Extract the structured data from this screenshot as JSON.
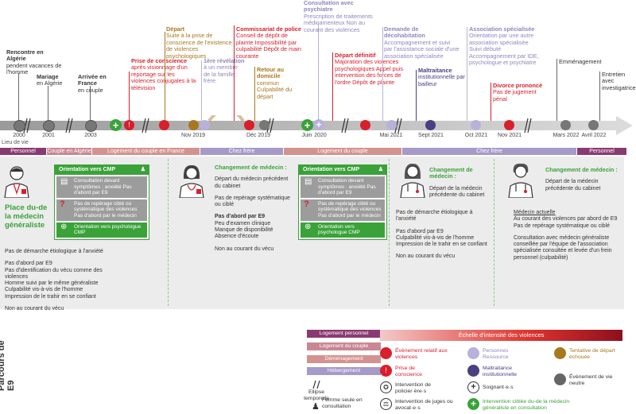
{
  "colors": {
    "personnel": "#8a3a73",
    "couple": "#c98793",
    "france": "#d4928f",
    "frere": "#a59ac9",
    "green": "#3aa239",
    "red": "#d81f2a",
    "gold": "#a8781f",
    "lav": "#b8b2da",
    "purple": "#4b3e82",
    "grey": "#666666"
  },
  "events": [
    {
      "t": "Rencontre en Algérie",
      "b": "pendent vacances de l'homme"
    },
    {
      "t": "Mariage",
      "b": "en Algérie"
    },
    {
      "t": "Arrivée en France",
      "b": "en couple"
    },
    {
      "t": "Prise de conscience",
      "b": "après visionnage d'un reportage sur les violences conjugales à la télévision"
    },
    {
      "t": "Départ",
      "b": "Suite à la prise de conscience de l'existence de violences psychologiques"
    },
    {
      "t": "1ère révélation",
      "b": "à un membre de la famille : frère"
    },
    {
      "t": "Commissariat de police",
      "b": "Conseil de dépôt de plainte Impossibilité par culpabilité Dépôt de main courante"
    },
    {
      "t": "Retour au domicile",
      "b": "commun Culpabilité du départ"
    },
    {
      "t": "Consultation avec psychiatre",
      "b": "Prescription de traitements médicamenteux Non au courant des violences"
    },
    {
      "t": "Départ définitif",
      "b": "Majoration des violences psychologiques Appel puis intervention des forces de l'ordre Dépôt de plainte"
    },
    {
      "t": "Demande de décohabitation",
      "b": "Accompagnement et suivi par l'assistance sociale d'une association spécialisée"
    },
    {
      "t": "Maltraitance",
      "b": "institutionnelle par bailleur"
    },
    {
      "t": "Association spécialisée",
      "b": "Orientation par une autre association spécialisée Suivi débuté Accompagnement par IDE, psychologue et psychiatre"
    },
    {
      "t": "Divorce prononcé",
      "b": "Pas de jugement pénal"
    },
    {
      "t": "Emménagement",
      "b": ""
    },
    {
      "t": "Entretien avec investigatrice",
      "b": ""
    }
  ],
  "dates": [
    "2000",
    "2001",
    "2003",
    "Nov 2019",
    "Déc 2019",
    "Juin",
    "2020",
    "Mai 2021",
    "Sept 2021",
    "Oct 2021",
    "Nov 2021",
    "Mars 2022",
    "Avril 2022"
  ],
  "lieu": {
    "label": "Lieu de vie",
    "segments": [
      "Personnel",
      "Couple en Algérie",
      "Logement du couple en France",
      "Chez frère",
      "Logement du couple",
      "Chez frère",
      "Personnel"
    ]
  },
  "side_title": "Parcours de E9",
  "panel1": {
    "title": "Place du-de la médecin généraliste",
    "lines": [
      "Pas de démarche étiologique à l'anxiété",
      "Pas d'abord par E9",
      "Pas d'identification du vécu comme des violences",
      "Homme suivi par le même généraliste",
      "Culpabilité vis-à-vis de l'homme",
      "Impression de le trahir en se confiant",
      "Non au courant du vécu"
    ]
  },
  "cmp": {
    "title": "Orientation vers CMP",
    "r1": "Consultation devant symptômes : anxiété Pas d'abord par E9",
    "r2": "Pas de repérage ciblé ou systématique des violences Pas d'abord par le médecin",
    "foot": "Orientation vers psychologue CMP"
  },
  "panel2": {
    "title": "Changement de médecin :",
    "lines": [
      "Départ du médecin précédent du cabinet",
      "Pas de repérage systématique ou ciblé",
      "Pas d'abord par E9",
      "Peu d'examen clinique",
      "Manque de disponibilité",
      "Absence d'écoute",
      "Non au courant du vécu"
    ]
  },
  "panel3": {
    "title": "Changement de médecin :",
    "lines": [
      "Départ de la médecin précédente du cabinet",
      "Pas de démarche étiologique à l'anxiété",
      "Pas d'abord par E9",
      "Culpabilité vis-à-vis de l'homme",
      "Impression de le trahir en se confiant",
      "Non au courant du vécu"
    ]
  },
  "panel4": {
    "title": "Changement de médecin :",
    "lines": [
      "Départ de la médecin précédente du cabinet",
      "Médecin actuelle",
      "Au courant des violences par abord de E9",
      "Pas de repérage systématique ou ciblé",
      "Consultation avec médecin généraliste conseillée par l'équipe de l'association spécialisée consultée et levée d'un frein personnel (culpabilité)"
    ]
  },
  "legend": {
    "swatches": [
      "Logement personnel",
      "Logement du couple",
      "Déménagement",
      "Hébergement"
    ],
    "scale": "Échelle d'intensité des violences",
    "ellipse": "Ellipse temporelle",
    "femme": "Femme seule en consultation",
    "items": [
      "Évènement relatif aux violences",
      "Prise de conscience",
      "Intervention de policier·ère·s",
      "Intervention de juges ou avocat·e·s",
      "Personnes Ressource",
      "Maltraitance institutionnelle",
      "Soignant·e·s",
      "Intervention ciblée du-de la médecin généraliste en consultation",
      "Tentative de départ échouée",
      "Évènement de vie neutre"
    ]
  }
}
